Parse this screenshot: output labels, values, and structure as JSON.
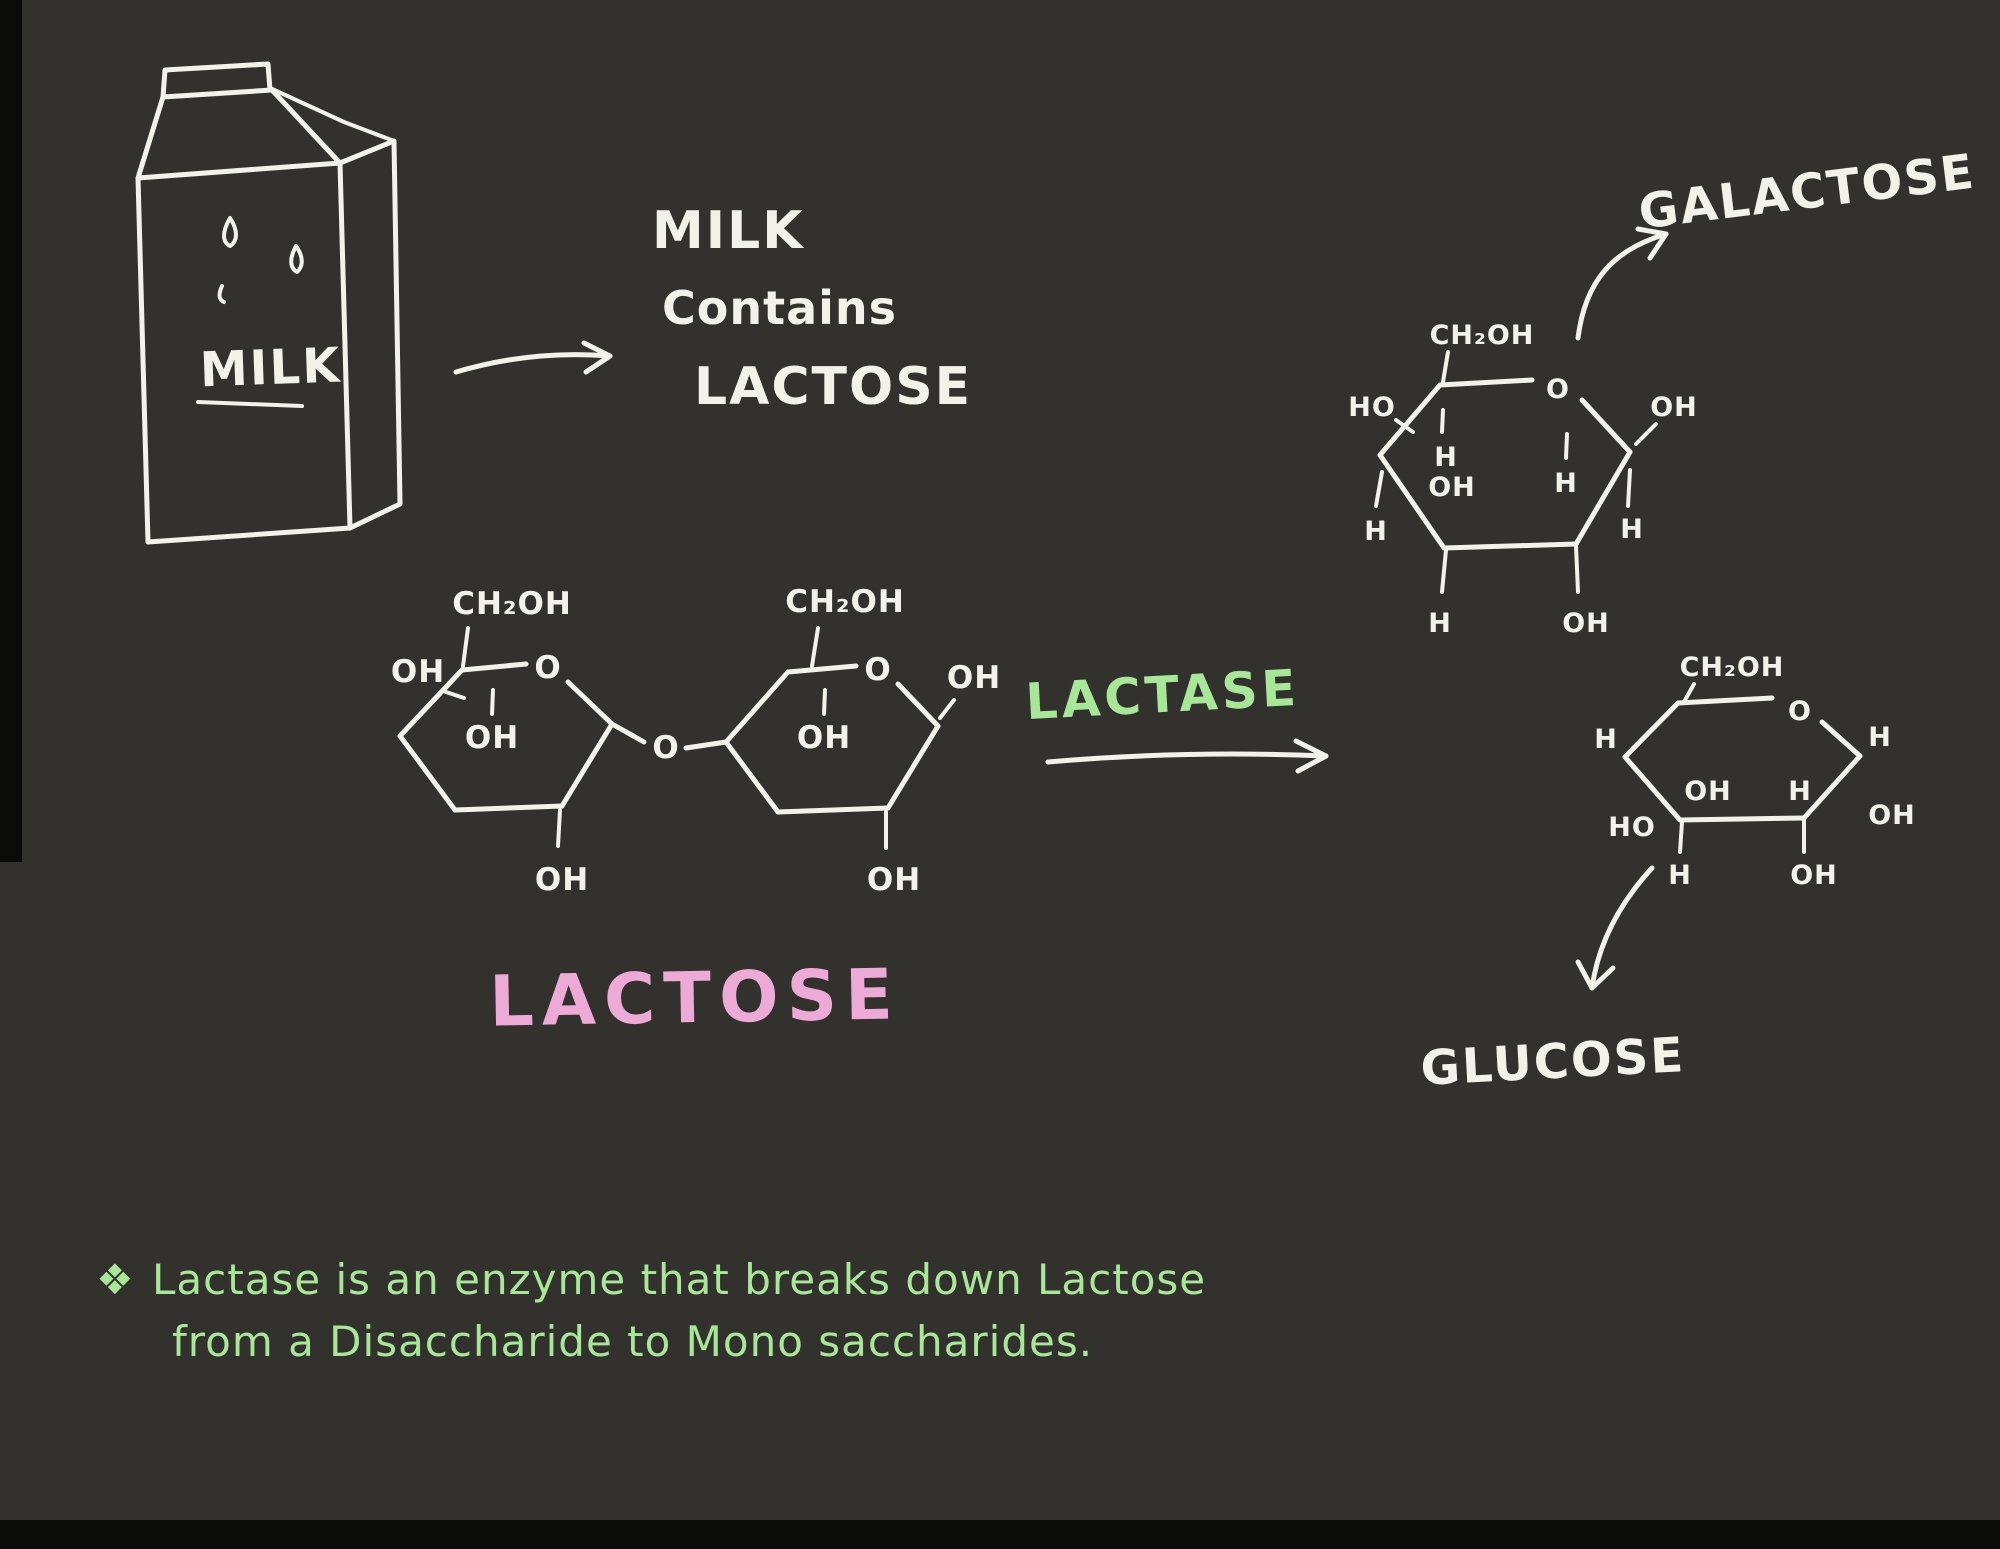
{
  "palette": {
    "background": "#33312e",
    "ink": "#f2f1ea",
    "pink": "#eeaad6",
    "green": "#a8e698"
  },
  "carton": {
    "label": "MILK"
  },
  "intro": {
    "line1": "MILK",
    "line2": "Contains",
    "line3": "LACTOSE"
  },
  "lactose": {
    "title": "LACTOSE",
    "left": {
      "ch2oh": "CH₂OH",
      "oh_side": "OH",
      "ring_o": "O",
      "oh_inner": "OH",
      "oh_bottom": "OH"
    },
    "bridge_o": "O",
    "right": {
      "ch2oh": "CH₂OH",
      "ring_o": "O",
      "oh_anomeric": "OH",
      "oh_inner": "OH",
      "oh_bottom": "OH"
    }
  },
  "reaction": {
    "enzyme": "LACTASE"
  },
  "galactose": {
    "title": "GALACTOSE",
    "ch2oh": "CH₂OH",
    "ho_left": "HO",
    "ring_o": "O",
    "oh_right": "OH",
    "h_inner": "H",
    "oh_inner": "OH",
    "h_inner_right": "H",
    "h_low_left": "H",
    "h_low_right": "H",
    "h_bottom": "H",
    "oh_bottom": "OH"
  },
  "glucose": {
    "title": "GLUCOSE",
    "ch2oh": "CH₂OH",
    "ring_o": "O",
    "h_left": "H",
    "h_right": "H",
    "oh_inner": "OH",
    "h_inner": "H",
    "ho_low_left": "HO",
    "oh_low_right": "OH",
    "h_bottom": "H",
    "oh_bottom": "OH"
  },
  "note": {
    "bullet": "❖",
    "line1": "Lactase is an enzyme that breaks down Lactose",
    "line2": "from a  Disaccharide  to  Mono saccharides."
  }
}
